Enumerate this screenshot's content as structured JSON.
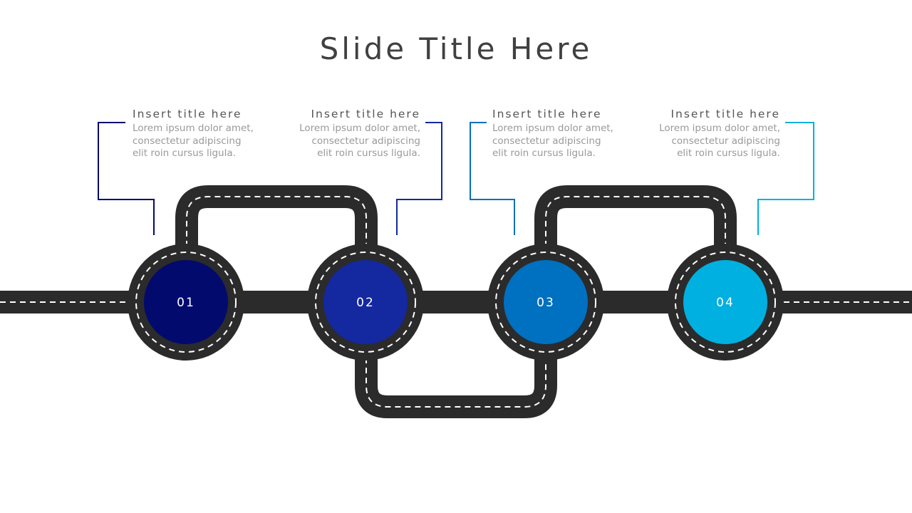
{
  "title": "Slide Title Here",
  "steps": [
    {
      "num": "01",
      "title": "Insert title here",
      "body": "Lorem ipsum dolor amet, consectetur adipiscing elit roin cursus ligula.",
      "color": "#020a6e"
    },
    {
      "num": "02",
      "title": "Insert title here",
      "body": "Lorem ipsum dolor amet, consectetur adipiscing elit roin cursus ligula.",
      "color": "#1428a0"
    },
    {
      "num": "03",
      "title": "Insert title here",
      "body": "Lorem ipsum dolor amet, consectetur adipiscing elit roin cursus ligula.",
      "color": "#0070c0"
    },
    {
      "num": "04",
      "title": "Insert title here",
      "body": "Lorem ipsum dolor amet, consectetur adipiscing elit roin cursus ligula.",
      "color": "#00b0e0"
    }
  ]
}
